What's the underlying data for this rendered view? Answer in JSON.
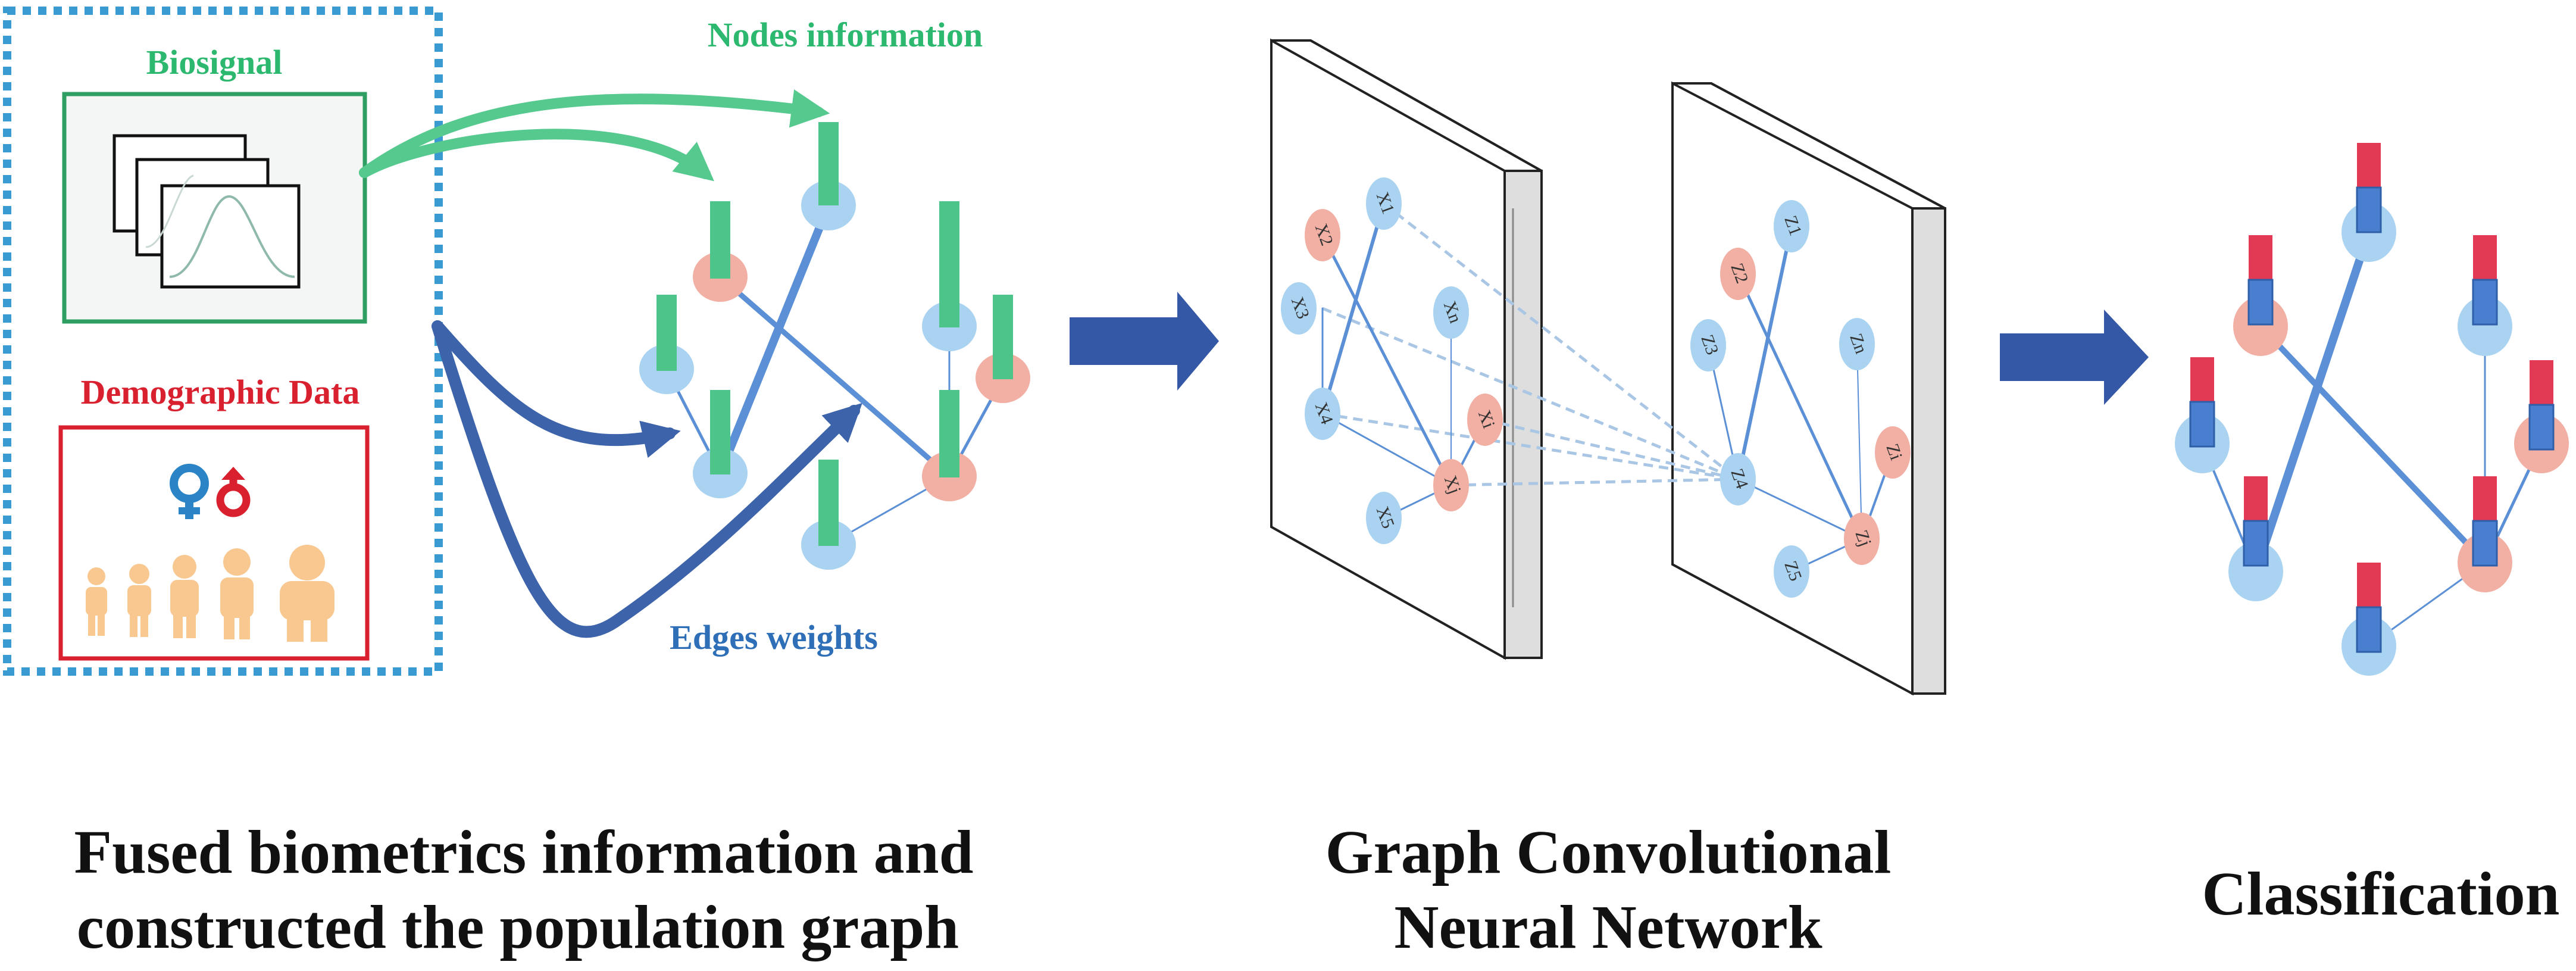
{
  "labels": {
    "biosignal": "Biosignal",
    "demographic": "Demographic Data",
    "nodes_info": "Nodes information",
    "edges_weights": "Edges weights",
    "caption1_line1": "Fused biometrics information and",
    "caption1_line2": "constructed the population graph",
    "caption2_line1": "Graph Convolutional",
    "caption2_line2": "Neural Network",
    "caption3": "Classification"
  },
  "layer1_nodes": [
    "X1",
    "X2",
    "X3",
    "Xn",
    "X4",
    "Xi",
    "Xj",
    "X5"
  ],
  "layer2_nodes": [
    "Z1",
    "Z2",
    "Z3",
    "Zn",
    "Z4",
    "Zi",
    "Zj",
    "Z5"
  ],
  "colors": {
    "green": "#2DB870",
    "green_bar": "#4CC48A",
    "red": "#D9202E",
    "blue_dark": "#2F55A4",
    "blue_arrow": "#3457A6",
    "blue_text": "#2E6FB8",
    "node_blue": "#A9D3F1",
    "node_red": "#F2AFA3",
    "edge_blue": "#5B8FD6",
    "dotted_blue": "#3A9AD2",
    "bar_red": "#E23A55",
    "bar_blue": "#4A7FD0"
  },
  "icons": [
    "female-symbol-icon",
    "male-symbol-icon",
    "people-icon",
    "waveform-icon"
  ]
}
